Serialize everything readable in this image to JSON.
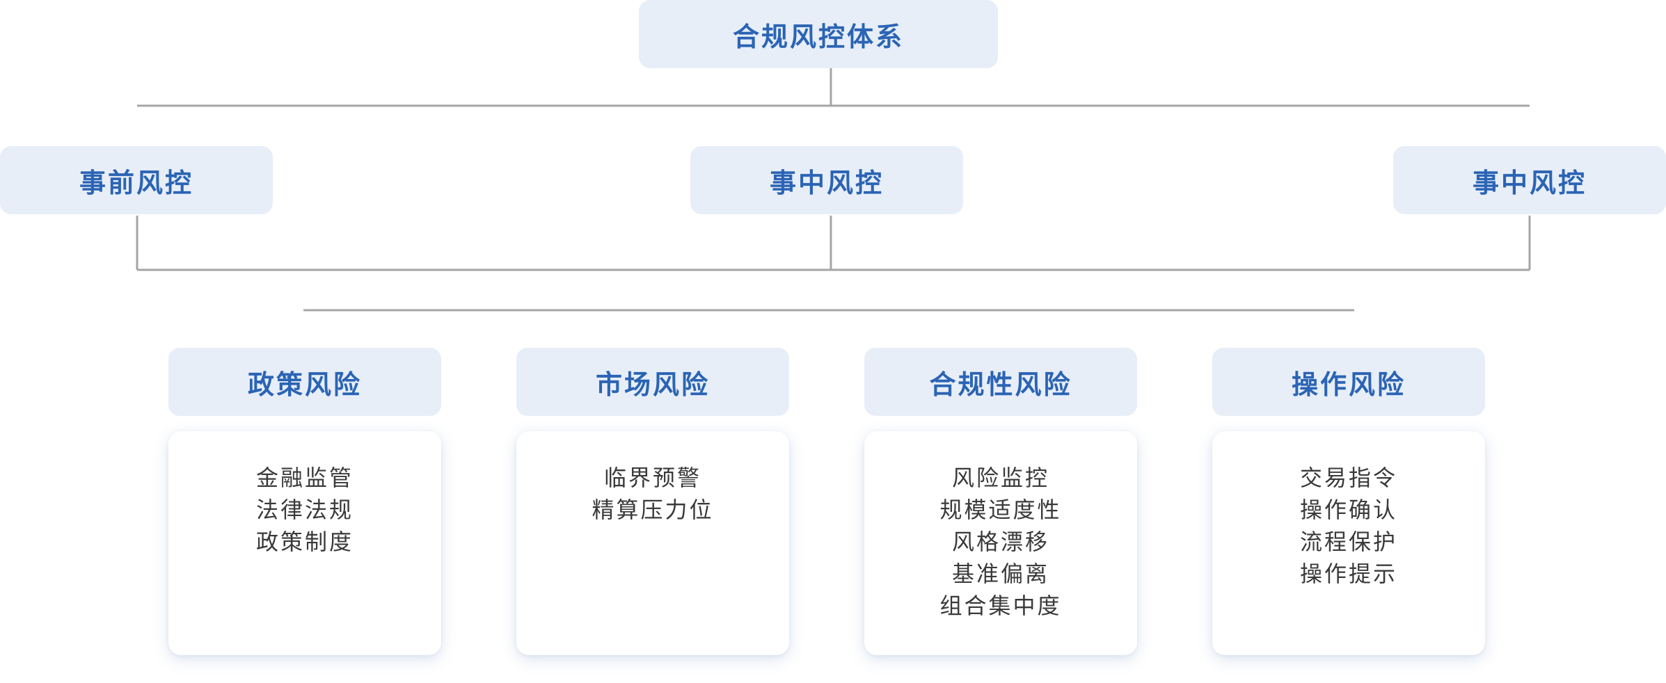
{
  "root": {
    "label": "合规风控体系"
  },
  "phases": [
    {
      "label": "事前风控"
    },
    {
      "label": "事中风控"
    },
    {
      "label": "事中风控"
    }
  ],
  "risks": [
    {
      "title": "政策风险",
      "items": [
        "金融监管",
        "法律法规",
        "政策制度"
      ]
    },
    {
      "title": "市场风险",
      "items": [
        "临界预警",
        "精算压力位"
      ]
    },
    {
      "title": "合规性风险",
      "items": [
        "风险监控",
        "规模适度性",
        "风格漂移",
        "基准偏离",
        "组合集中度"
      ]
    },
    {
      "title": "操作风险",
      "items": [
        "交易指令",
        "操作确认",
        "流程保护",
        "操作提示"
      ]
    }
  ],
  "colors": {
    "accent_text": "#2b64b4",
    "node_fill": "#e7eef8",
    "connector": "#a5a5a5",
    "card_text": "#3a3a3a"
  }
}
